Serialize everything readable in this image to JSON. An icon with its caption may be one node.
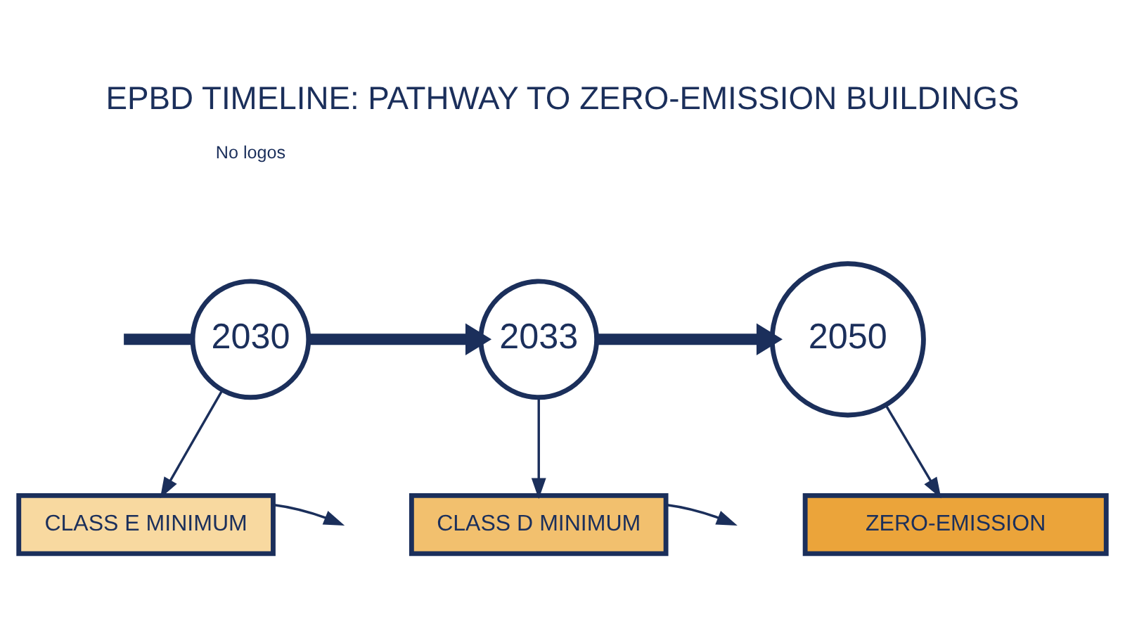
{
  "diagram": {
    "title": "EPBD TIMELINE: PATHWAY TO ZERO-EMISSION BUILDINGS",
    "nodes": [
      {
        "text": [
          "2030"
        ]
      },
      {
        "text": [
          "2033"
        ]
      },
      {
        "text": [
          "2050"
        ]
      },
      {
        "text": [
          "CLASS E MINIMUM"
        ]
      },
      {
        "text": [
          "CLASS D MINIMUM"
        ]
      },
      {
        "text": [
          "ZERO-EMISSION"
        ]
      }
    ],
    "edges": [
      {
        "from": null,
        "to": 0,
        "arrow": "none",
        "style": "thick"
      },
      {
        "from": 0,
        "to": 1,
        "arrow": "to",
        "style": "thick"
      },
      {
        "from": 1,
        "to": 2,
        "arrow": "to",
        "style": "thick"
      },
      {
        "from": 0,
        "to": 3,
        "arrow": "to"
      },
      {
        "from": 1,
        "to": 4,
        "arrow": "to"
      },
      {
        "from": 2,
        "to": 5,
        "arrow": "to"
      },
      {
        "from": 3,
        "to": null,
        "arrow": "to"
      },
      {
        "from": 4,
        "to": null,
        "arrow": "to"
      }
    ],
    "labels": [
      "No logos"
    ]
  }
}
